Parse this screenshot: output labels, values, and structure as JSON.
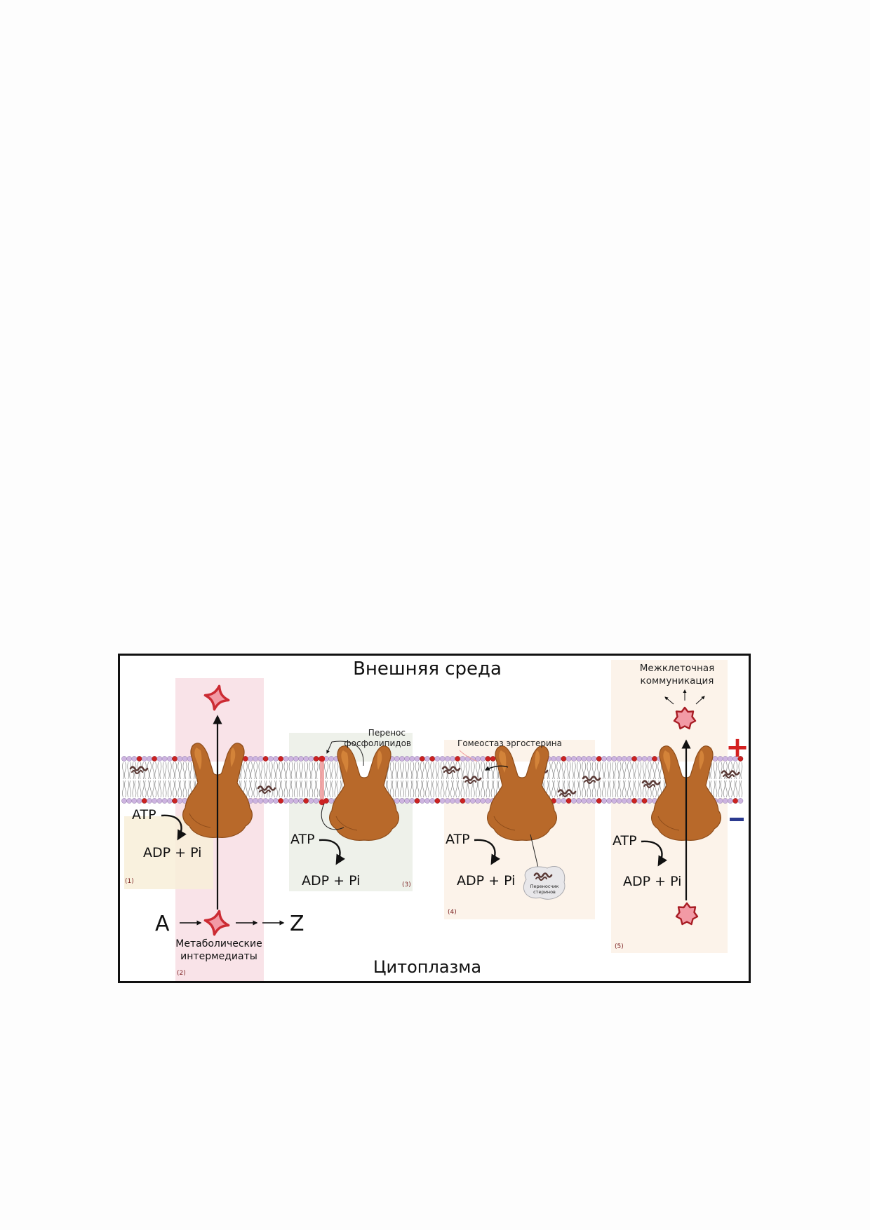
{
  "diagram": {
    "outer_label": "Внешняя среда",
    "inner_label": "Цитоплазма",
    "polarity_positive": "+",
    "polarity_negative": "−",
    "atp": "ATP",
    "adp": "ADP + Pi",
    "panels": [
      {
        "id": "1",
        "number": "(1)"
      },
      {
        "id": "2",
        "number": "(2)",
        "label_line1": "Метаболические",
        "label_line2": "интермедиаты",
        "chain_start": "A",
        "chain_end": "Z"
      },
      {
        "id": "3",
        "number": "(3)",
        "label_line1": "Перенос",
        "label_line2": "фосфолипидов"
      },
      {
        "id": "4",
        "number": "(4)",
        "label": "Гомеостаз эргостерина",
        "carrier_line1": "Переносчик",
        "carrier_line2": "стеринов"
      },
      {
        "id": "5",
        "number": "(5)",
        "label_line1": "Межклеточная",
        "label_line2": "коммуникация"
      }
    ]
  },
  "colors": {
    "protein": "#b8692a",
    "protein_highlight": "#d98a3d",
    "panel1_bg": "#f8efd8",
    "panel2_bg": "#f9e3e8",
    "panel3_bg": "#eef1ea",
    "panel45_bg": "#fcf3ea",
    "membrane_head": "#cdb4e0",
    "membrane_head_red": "#cc2222",
    "substrate_red": "#cc2b33",
    "substrate_pink": "#f29aa5",
    "plus_red": "#d42020",
    "minus_blue": "#2b3a8f"
  }
}
